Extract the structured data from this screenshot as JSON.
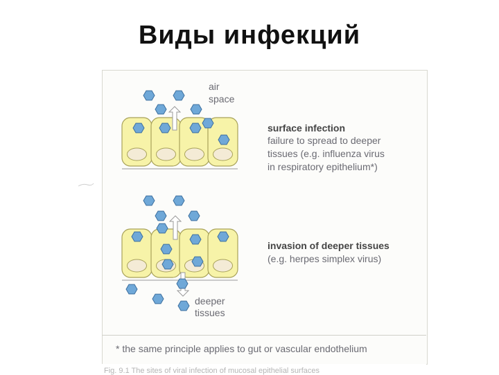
{
  "slide": {
    "title": "Виды инфекций"
  },
  "figure": {
    "air_space": {
      "line1": "air",
      "line2": "space"
    },
    "surface": {
      "heading": "surface infection",
      "line1": "failure to spread to deeper",
      "line2": "tissues (e.g. influenza virus",
      "line3": "in respiratory epithelium*)"
    },
    "invasion": {
      "heading": "invasion of deeper tissues",
      "line1": "(e.g. herpes simplex virus)"
    },
    "deeper_tissues": {
      "line1": "deeper",
      "line2": "tissues"
    },
    "footnote": "* the same principle applies to gut or vascular endothelium",
    "caption": "Fig. 9.1  The sites of viral infection of mucosal epithelial surfaces",
    "colors": {
      "cell_fill": "#f7f3a8",
      "cell_stroke": "#a8a25a",
      "nucleus_fill": "#f4ebd6",
      "virus_fill": "#6fa8d8",
      "virus_stroke": "#3d6f9e",
      "arrow_stroke": "#9a9a9a"
    }
  }
}
